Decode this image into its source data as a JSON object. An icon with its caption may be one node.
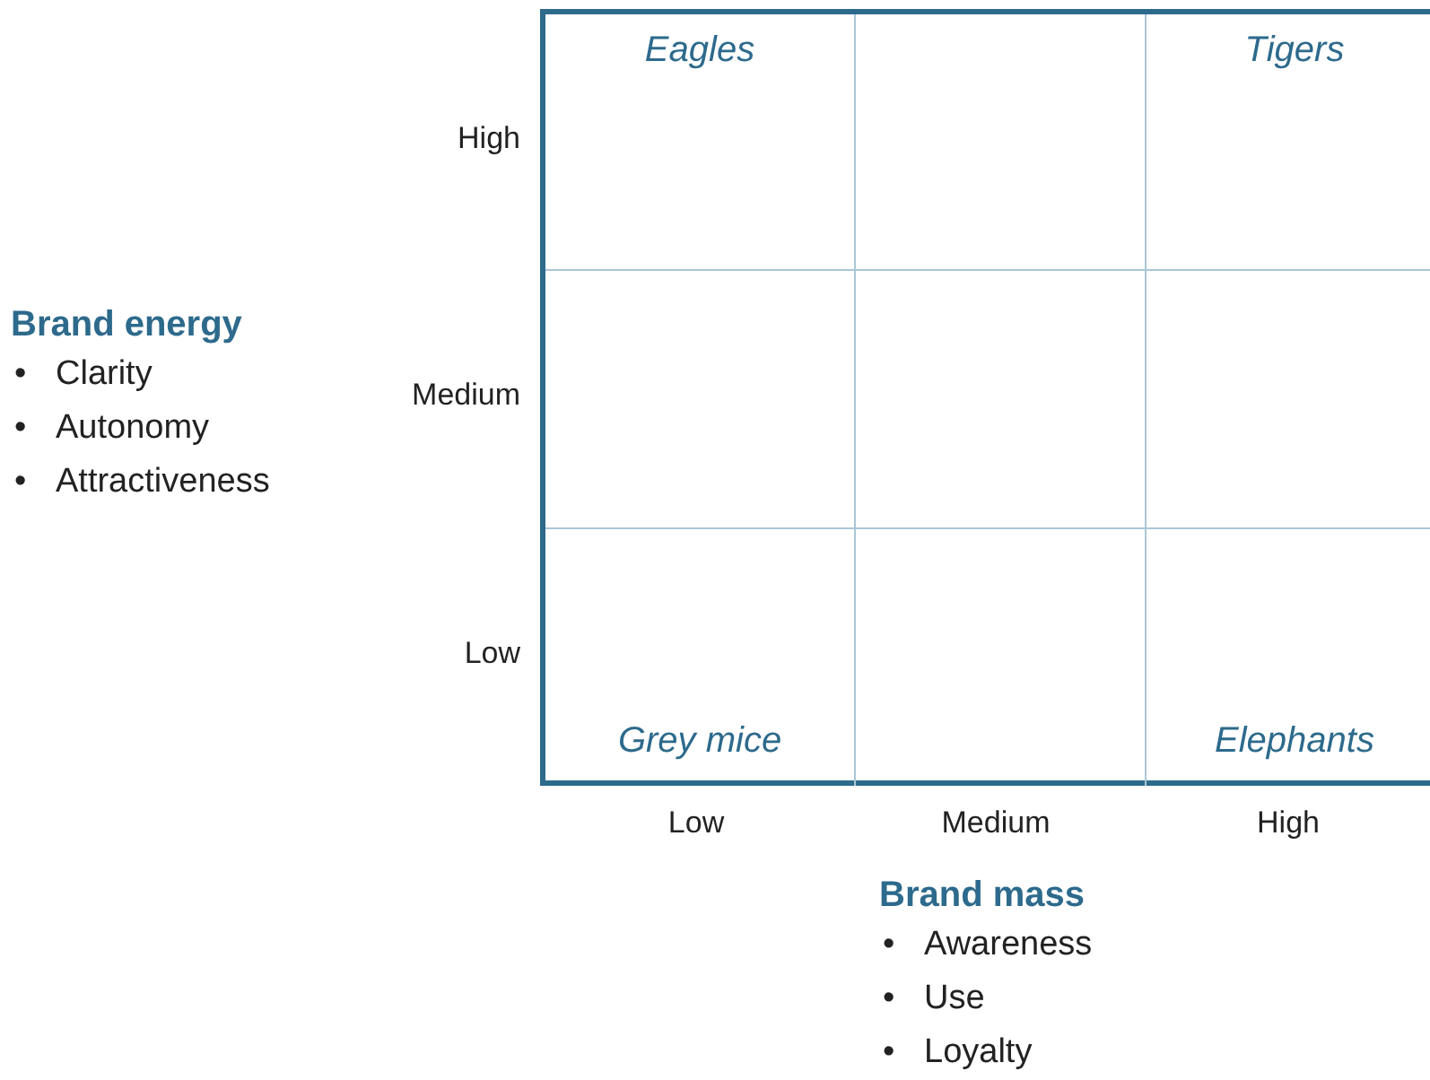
{
  "diagram": {
    "nodes": [
      {
        "text": [
          "Eagles"
        ]
      },
      {
        "text": [],
        "shape": "box"
      },
      {
        "text": [
          "Tigers"
        ]
      },
      {
        "text": [],
        "shape": "box"
      },
      {
        "text": [],
        "shape": "box"
      },
      {
        "text": [],
        "shape": "box"
      },
      {
        "text": [
          "Grey mice"
        ]
      },
      {
        "text": [],
        "shape": "box"
      },
      {
        "text": [
          "Elephants"
        ]
      }
    ],
    "labels": [
      "High",
      "Medium",
      "Low",
      "Low",
      "Medium",
      "High",
      "Brand energy",
      "•",
      "Clarity",
      "•",
      "Autonomy",
      "•",
      "Attractiveness",
      "Brand mass",
      "•",
      "Awareness",
      "•",
      "Use",
      "•",
      "Loyalty"
    ]
  }
}
